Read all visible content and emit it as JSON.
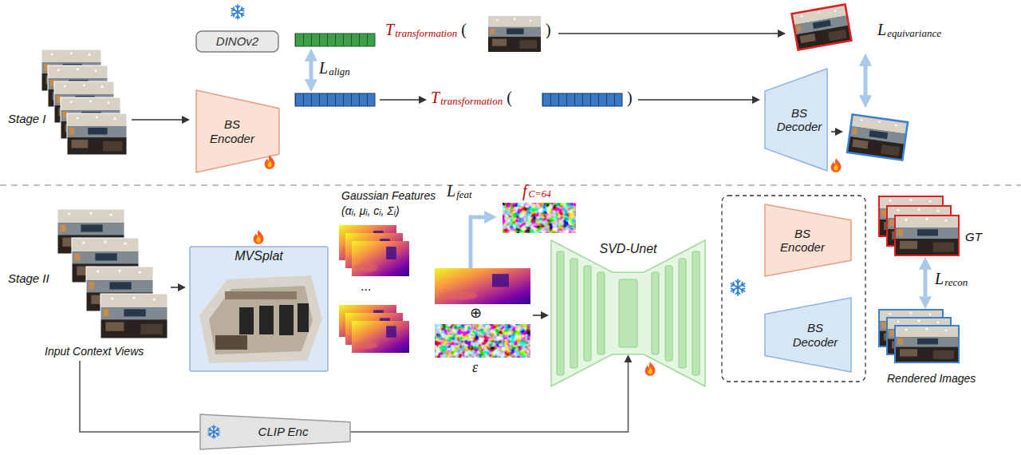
{
  "diagram": {
    "nodes": [
      {
        "text": [
          "DINOv2"
        ]
      },
      {
        "text": [
          "BS Encoder"
        ]
      },
      {
        "text": [
          "BS Decoder"
        ]
      },
      {
        "text": [
          "MVSplat"
        ]
      },
      {
        "text": [
          "SVD-Unet"
        ]
      },
      {
        "text": [
          "BS Encoder"
        ]
      },
      {
        "text": [
          "BS Decoder"
        ]
      },
      {
        "text": [
          "CLIP Enc"
        ]
      }
    ],
    "edges": [
      {
        "from": 7,
        "to": 4,
        "arrow": "to"
      }
    ],
    "labels": [
      "Stage I",
      "L",
      "align",
      "T",
      "transformation",
      "(",
      ")",
      "T",
      "transformation",
      "(",
      ")",
      "L",
      "equivariance",
      "Stage II",
      "Gaussian Features",
      "(α",
      "i",
      ", μ",
      "i",
      ", c",
      "i",
      ", Σ",
      "i",
      ")",
      "...",
      "L",
      "feat",
      "f",
      "C=64",
      "⊕",
      "ε",
      "GT",
      "L",
      "recon",
      "Rendered Images",
      "Input Context Views"
    ]
  }
}
